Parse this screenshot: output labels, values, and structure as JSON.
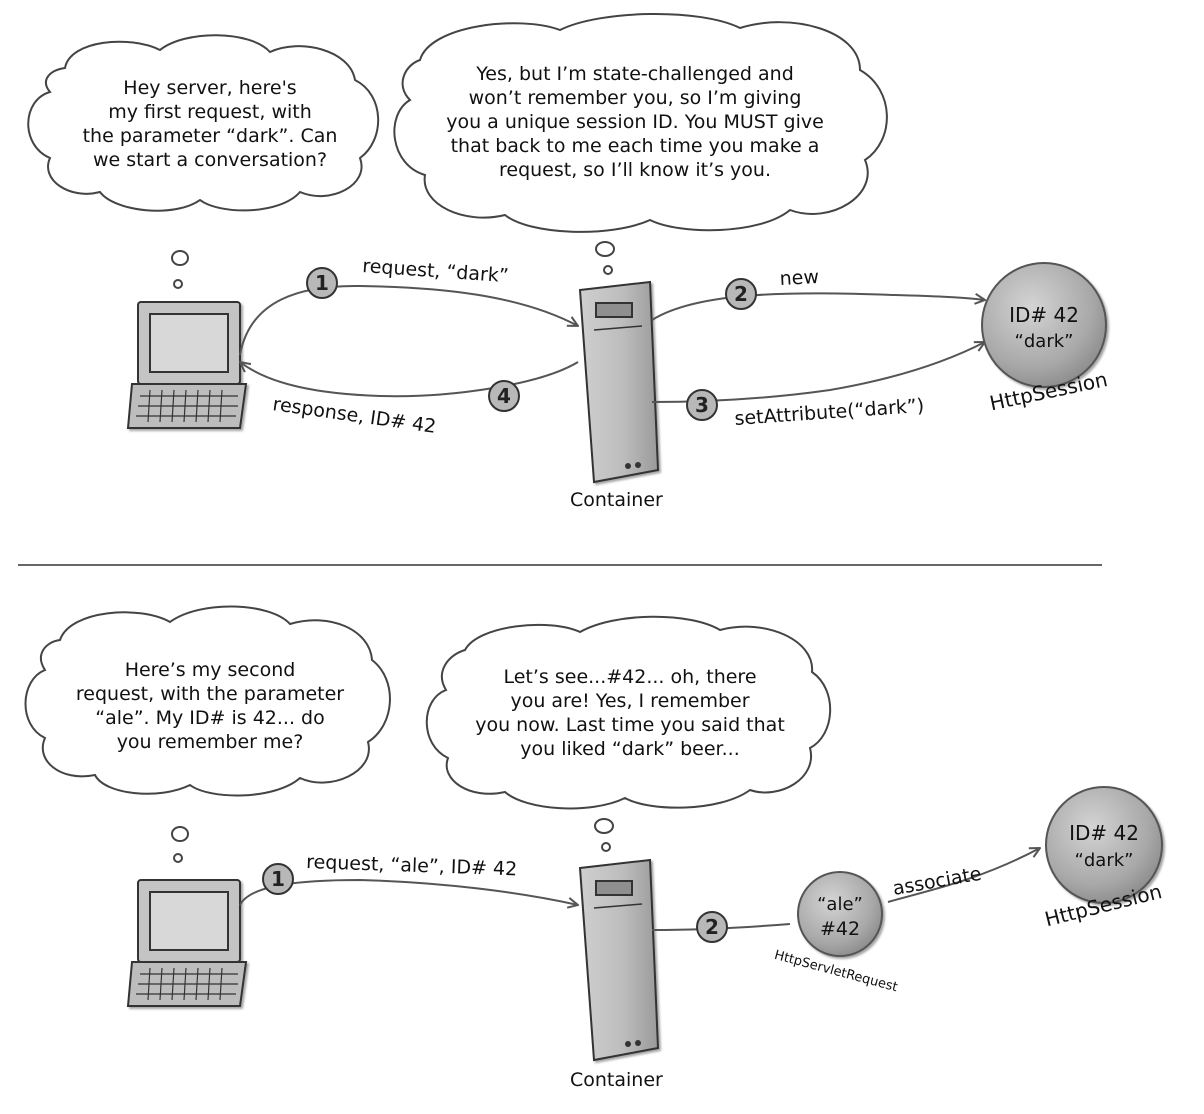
{
  "scene1": {
    "client_bubble": [
      "Hey server, here's",
      "my first request, with",
      "the parameter “dark”. Can",
      "we start a conversation?"
    ],
    "server_bubble": [
      "Yes, but I’m state-challenged and",
      "won’t remember you, so I’m giving",
      "you a unique session ID. You MUST give",
      "that back to me each time you make a",
      "request, so I’ll know it’s you."
    ],
    "step1_num": "1",
    "step1_label": "request, “dark”",
    "step2_num": "2",
    "step2_label": "new",
    "step3_num": "3",
    "step3_label": "setAttribute(“dark”)",
    "step4_num": "4",
    "step4_label": "response, ID# 42",
    "container_label": "Container",
    "session_id": "ID# 42",
    "session_value": "“dark”",
    "session_label": "HttpSession"
  },
  "scene2": {
    "client_bubble": [
      "Here’s my second",
      "request, with the parameter",
      "“ale”. My ID# is 42... do",
      "you remember me?"
    ],
    "server_bubble": [
      "Let’s see...#42... oh, there",
      "you are! Yes, I remember",
      "you now. Last time you said that",
      "you liked “dark” beer..."
    ],
    "step1_num": "1",
    "step1_label": "request, “ale”, ID# 42",
    "step2_num": "2",
    "container_label": "Container",
    "request_value": "“ale”",
    "request_id": "#42",
    "request_label": "HttpServletRequest",
    "associate_label": "associate",
    "session_id": "ID# 42",
    "session_value": "“dark”",
    "session_label": "HttpSession"
  }
}
